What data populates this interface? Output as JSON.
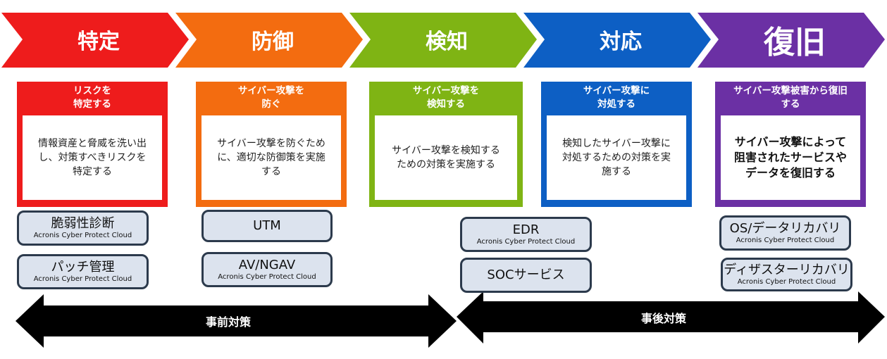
{
  "colors": {
    "identify": "#ee1c1c",
    "protect": "#f36c10",
    "detect": "#7fb414",
    "respond": "#0d5fc4",
    "recover": "#6b30a4",
    "pill_fill": "#dce3ee",
    "pill_border": "#2c3a4c",
    "arrow": "#000000"
  },
  "phases": [
    {
      "title": "特定",
      "header": [
        "リスクを",
        "特定する"
      ],
      "body": [
        "情報資産と脅威を洗い出",
        "し、対策すべきリスクを",
        "特定する"
      ]
    },
    {
      "title": "防御",
      "header": [
        "サイバー攻撃を",
        "防ぐ"
      ],
      "body": [
        "サイバー攻撃を防ぐため",
        "に、適切な防御策を実施",
        "する"
      ]
    },
    {
      "title": "検知",
      "header": [
        "サイバー攻撃を",
        "検知する"
      ],
      "body": [
        "サイバー攻撃を検知する",
        "ための対策を実施する"
      ]
    },
    {
      "title": "対応",
      "header": [
        "サイバー攻撃に",
        "対処する"
      ],
      "body": [
        "検知したサイバー攻撃に",
        "対処するための対策を実",
        "施する"
      ]
    },
    {
      "title": "復旧",
      "header": [
        "サイバー攻撃被害から復旧",
        "する"
      ],
      "body": [
        "サイバー攻撃によって",
        "阻害されたサービスや",
        "データを復旧する"
      ]
    }
  ],
  "solutions": {
    "vuln": {
      "main": "脆弱性診断",
      "sub": "Acronis Cyber Protect Cloud"
    },
    "patch": {
      "main": "パッチ管理",
      "sub": "Acronis Cyber Protect Cloud"
    },
    "utm": {
      "main": "UTM"
    },
    "av": {
      "main": "AV/NGAV",
      "sub": "Acronis Cyber Protect Cloud"
    },
    "edr": {
      "main": "EDR",
      "sub": "Acronis Cyber Protect Cloud"
    },
    "soc": {
      "main": "SOCサービス"
    },
    "os": {
      "main": "OS/データリカバリ",
      "sub": "Acronis Cyber Protect Cloud"
    },
    "dr": {
      "main": "ディザスターリカバリ",
      "sub": "Acronis Cyber Protect Cloud"
    }
  },
  "arrows": {
    "pre": "事前対策",
    "post": "事後対策"
  }
}
